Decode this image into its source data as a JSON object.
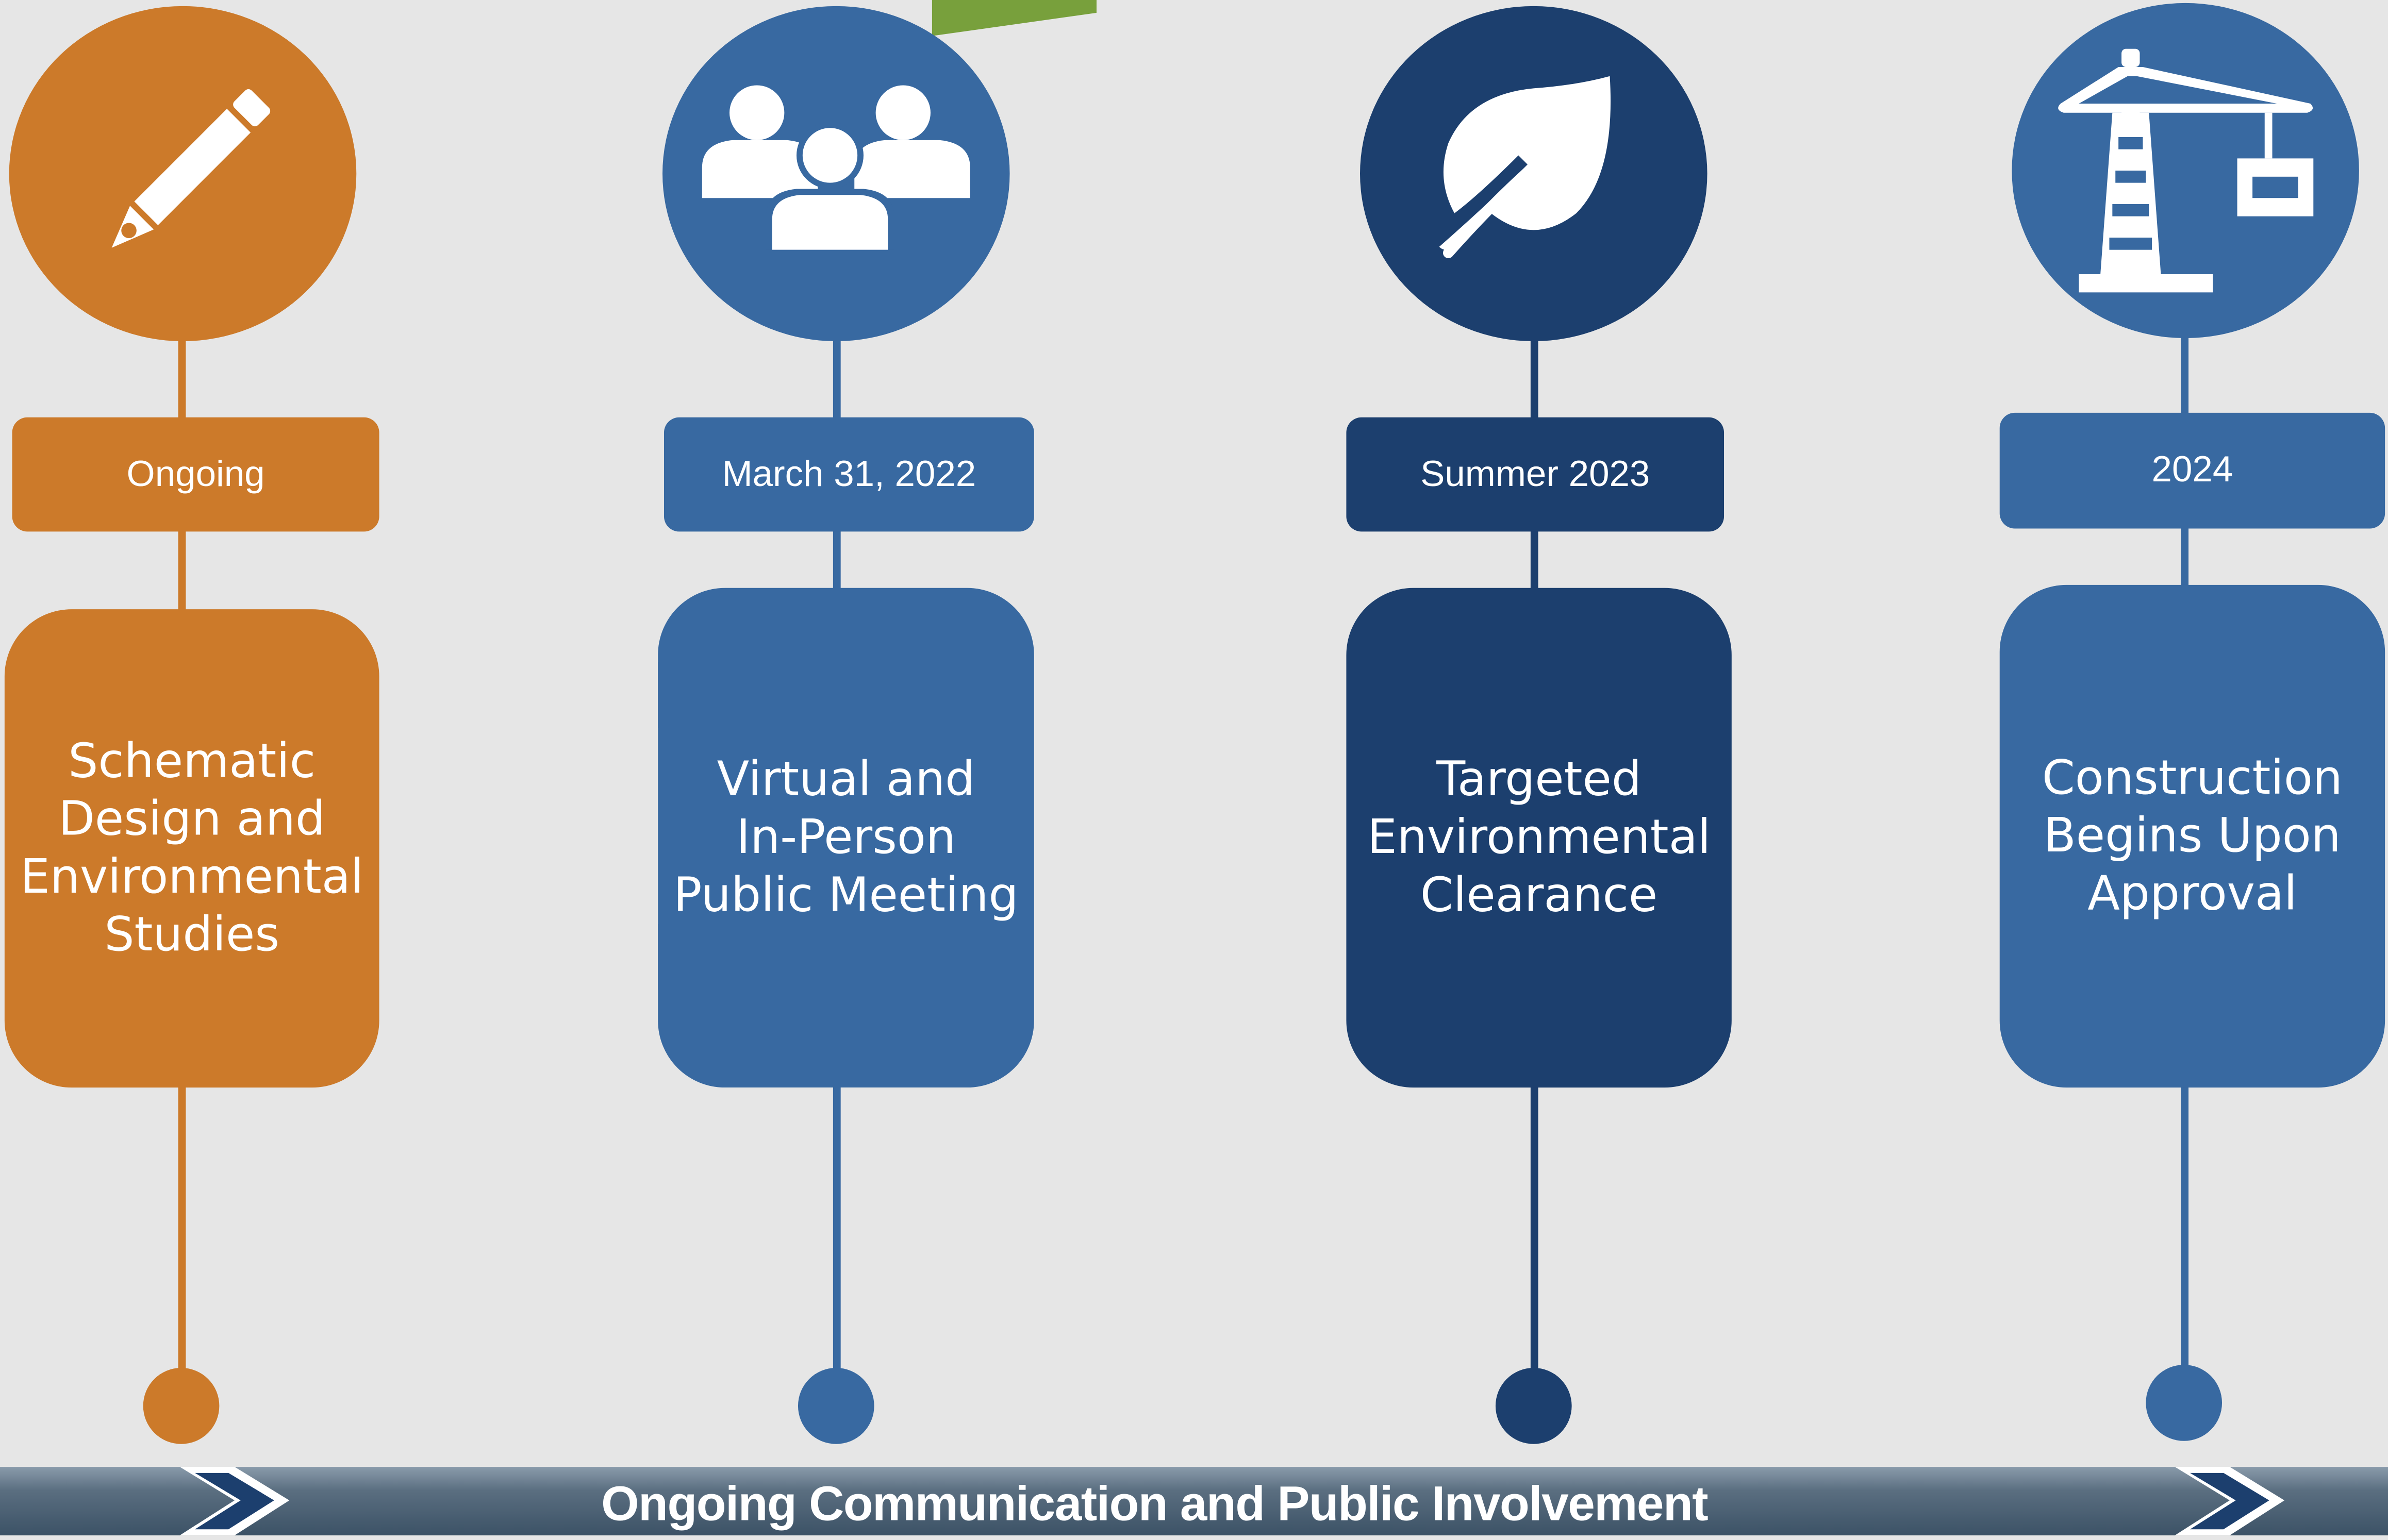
{
  "colors": {
    "orange": "#cc7a2a",
    "blue": "#3869a1",
    "navy": "#1c3f6e",
    "background": "#e6e6e6",
    "banner": "#4d6276",
    "green_accent": "#78a03c"
  },
  "steps": [
    {
      "icon": "pencil-icon",
      "color": "orange",
      "date": "Ongoing",
      "title": "Schematic\nDesign and\nEnvironmental\nStudies"
    },
    {
      "icon": "people-icon",
      "color": "blue",
      "date": "March 31, 2022",
      "title": "Virtual and\nIn-Person\nPublic Meeting"
    },
    {
      "icon": "leaf-icon",
      "color": "navy",
      "date": "Summer 2023",
      "title": "Targeted\nEnvironmental\nClearance"
    },
    {
      "icon": "crane-icon",
      "color": "blue",
      "date": "2024",
      "title": "Construction\nBegins Upon\nApproval"
    }
  ],
  "banner": {
    "text": "Ongoing Communication and Public Involvement"
  }
}
